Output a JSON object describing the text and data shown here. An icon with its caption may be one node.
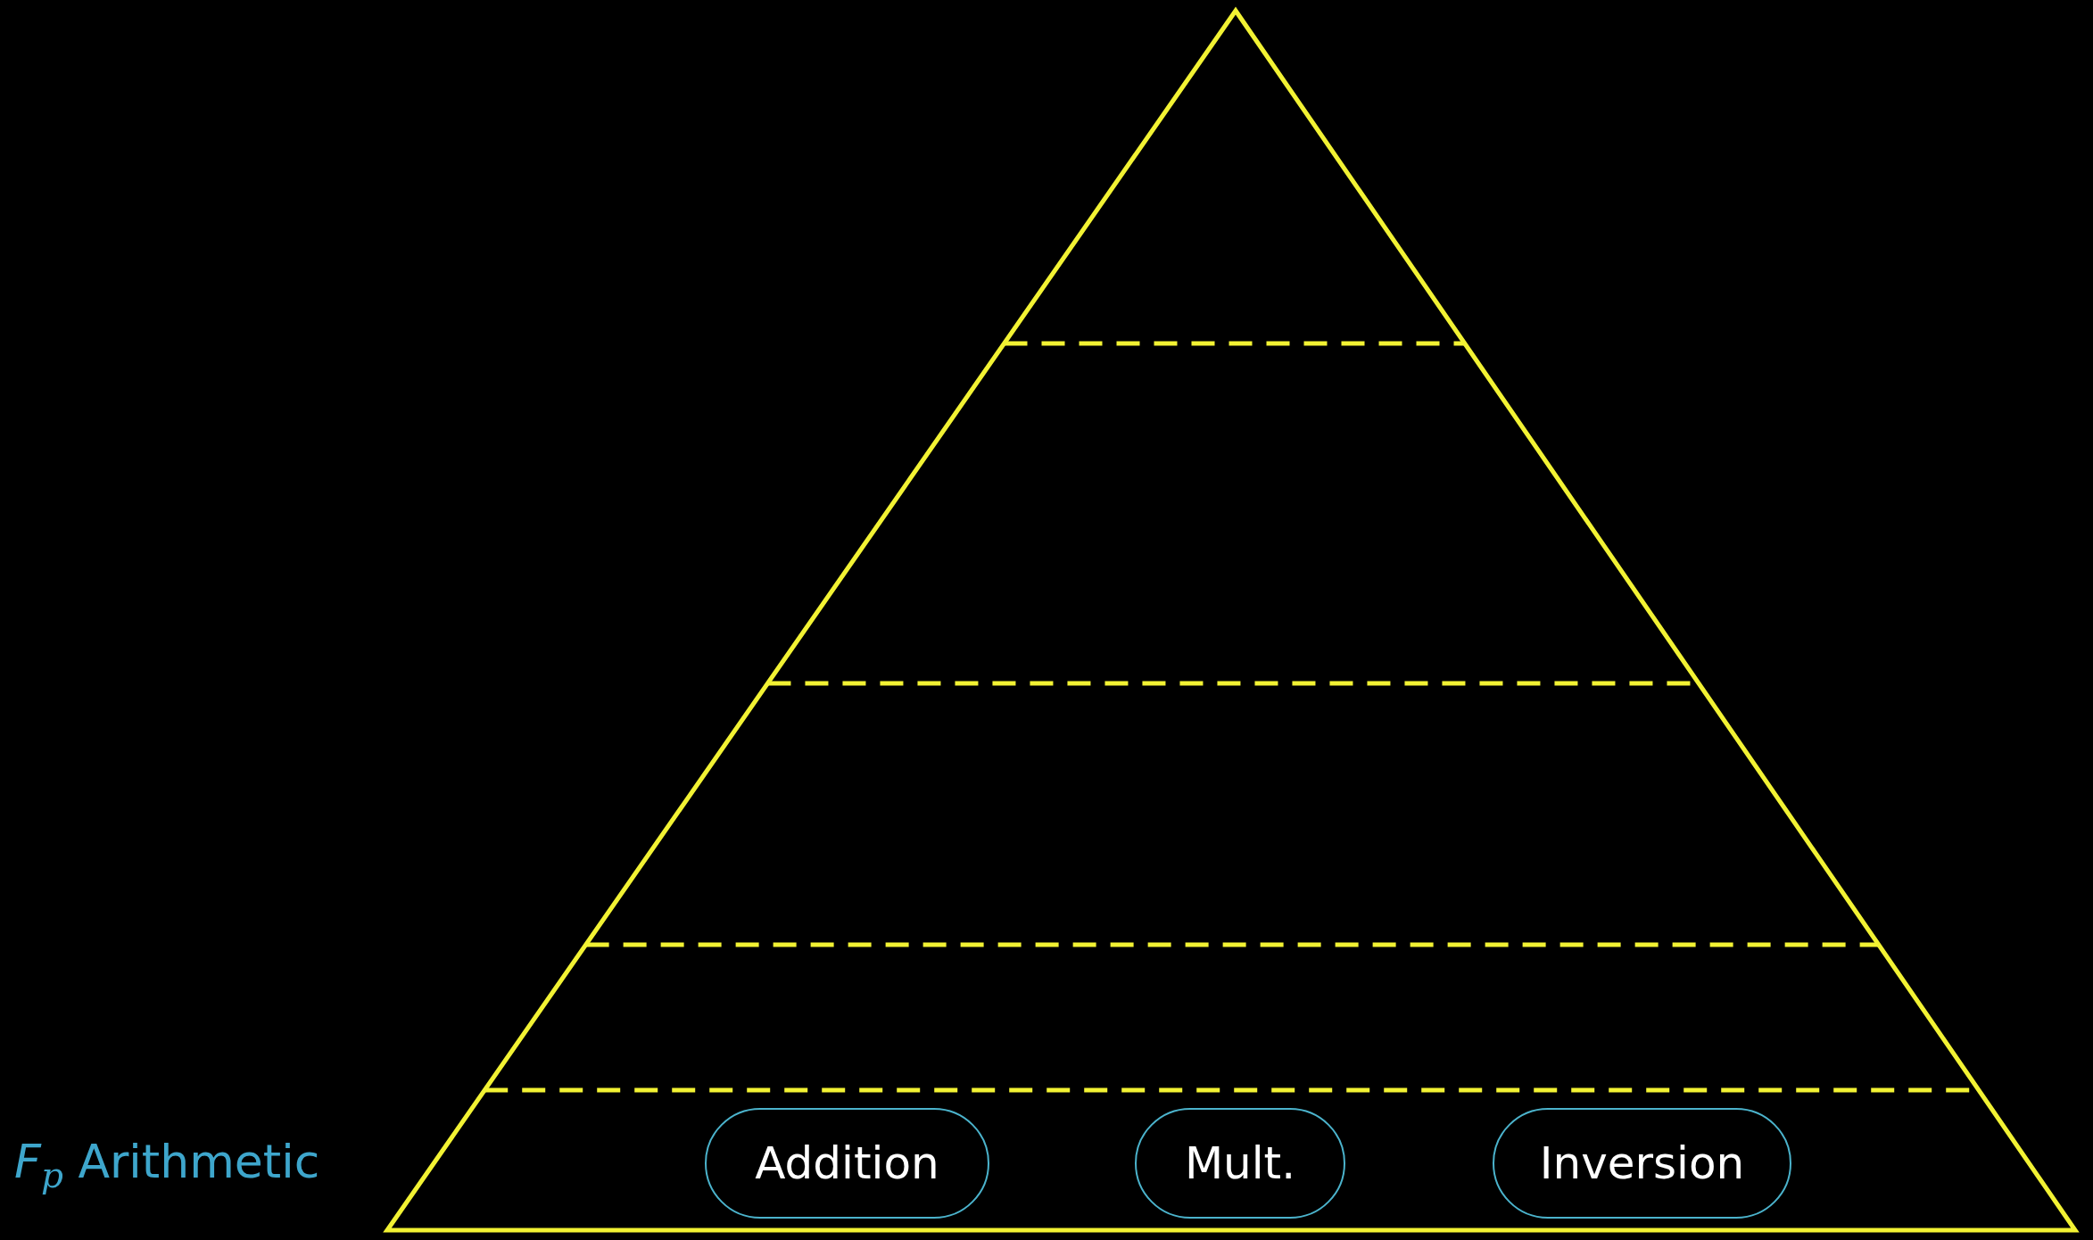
{
  "diagram": {
    "nodes": [
      {
        "text": [
          "Addition"
        ]
      },
      {
        "text": [
          "Mult."
        ]
      },
      {
        "text": [
          "Inversion"
        ]
      }
    ],
    "labels": [
      "*F*$_{p}$ Arithmetic"
    ]
  }
}
